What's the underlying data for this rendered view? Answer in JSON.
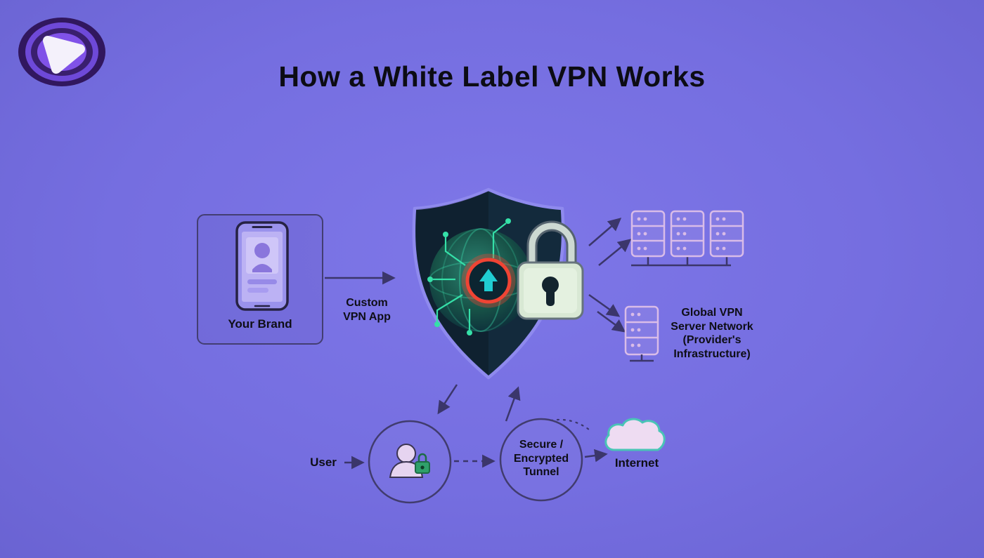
{
  "header": {
    "title": "How a White Label VPN Works"
  },
  "colors": {
    "background": "#7b74e2",
    "line_stroke": "#3b366b",
    "text": "#0e0e16",
    "shield_fill": "#132a3c",
    "shield_border": "#8f8aee",
    "circuit_green": "#35e0a8",
    "ring_red": "#ef4434",
    "arrow_teal": "#20cdd2",
    "lock_body": "#d8e8d4",
    "server_outline": "#d9bce8",
    "cloud_fill": "#eedcf2",
    "cloud_outline": "#49c4b6",
    "user_lock_green": "#2fa06a",
    "logo_dark": "#31175e",
    "logo_ring": "#6e49d8",
    "logo_inner": "#8052e8"
  },
  "diagram": {
    "your_brand": {
      "label": "Your Brand"
    },
    "custom_vpn_app": {
      "label": "Custom\nVPN App"
    },
    "global_network": {
      "label": "Global VPN\nServer Network\n(Provider's\nInfrastructure)"
    },
    "user": {
      "label": "User"
    },
    "tunnel": {
      "label": "Secure /\nEncrypted\nTunnel"
    },
    "internet": {
      "label": "Internet"
    }
  }
}
